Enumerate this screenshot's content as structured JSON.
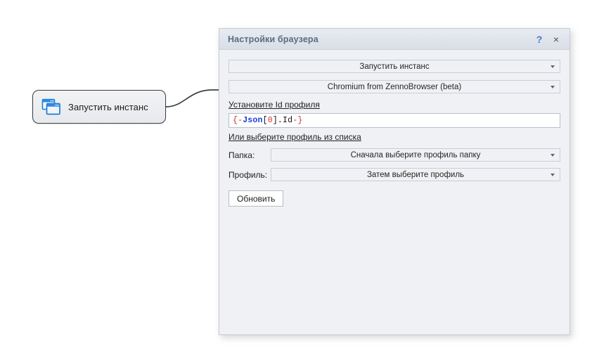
{
  "canvas": {
    "node": {
      "label": "Запустить инстанс",
      "icon": "browser-windows-icon"
    },
    "connector": "curve-node-to-dialog"
  },
  "dialog": {
    "title": "Настройки браузера",
    "help_label": "?",
    "close_label": "×",
    "action_combo": {
      "value": "Запустить инстанс",
      "arrow": "chevron-down-icon"
    },
    "browser_combo": {
      "value": "Chromium from ZennoBrowser (beta)",
      "arrow": "chevron-down-icon"
    },
    "set_id_link": "Установите Id профиля",
    "id_input": {
      "value": "{-Json[0].Id-}",
      "tokens": [
        {
          "text": "{-",
          "kind": "brace"
        },
        {
          "text": "Json",
          "kind": "fn"
        },
        {
          "text": "[",
          "kind": "plain"
        },
        {
          "text": "0",
          "kind": "num"
        },
        {
          "text": "].Id",
          "kind": "plain"
        },
        {
          "text": "-}",
          "kind": "brace"
        }
      ]
    },
    "choose_from_list_link": "Или выберите профиль из списка",
    "folder_row": {
      "label": "Папка:",
      "value": "Сначала выберите профиль папку",
      "arrow": "chevron-down-icon"
    },
    "profile_row": {
      "label": "Профиль:",
      "value": "Затем выберите профиль",
      "arrow": "chevron-down-icon"
    },
    "refresh_button": "Обновить"
  },
  "colors": {
    "title_text": "#5a6b80",
    "help_blue": "#3f7fd0",
    "token_red": "#d02b2b",
    "token_blue": "#1b3fd4",
    "dialog_bg": "#f0f1f4",
    "node_border": "#3c4044",
    "icon_blue": "#1f7bd6"
  }
}
